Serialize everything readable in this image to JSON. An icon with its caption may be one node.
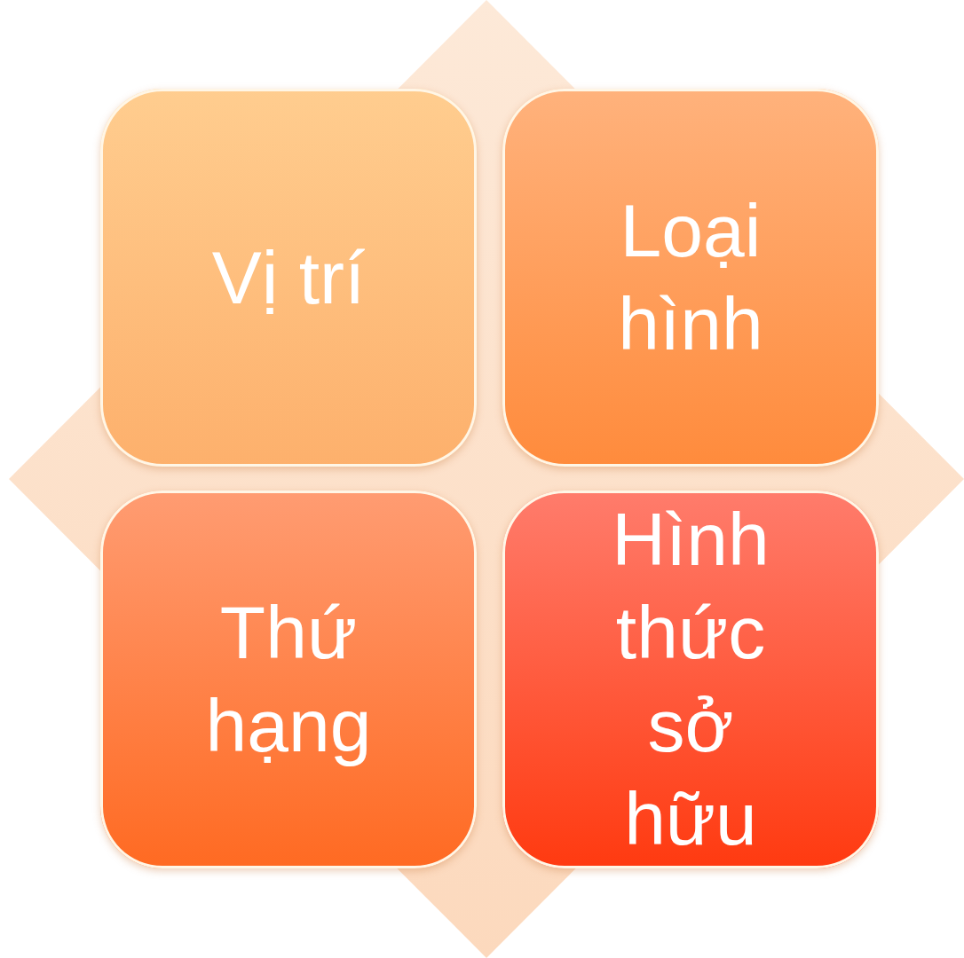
{
  "diagram": {
    "nodes": [
      {
        "text": [
          "Vị trí"
        ]
      },
      {
        "text": [
          "Loại hình"
        ]
      },
      {
        "text": [
          "Thứ hạng"
        ]
      },
      {
        "text": [
          "Hình thức sở hữu"
        ]
      }
    ]
  }
}
